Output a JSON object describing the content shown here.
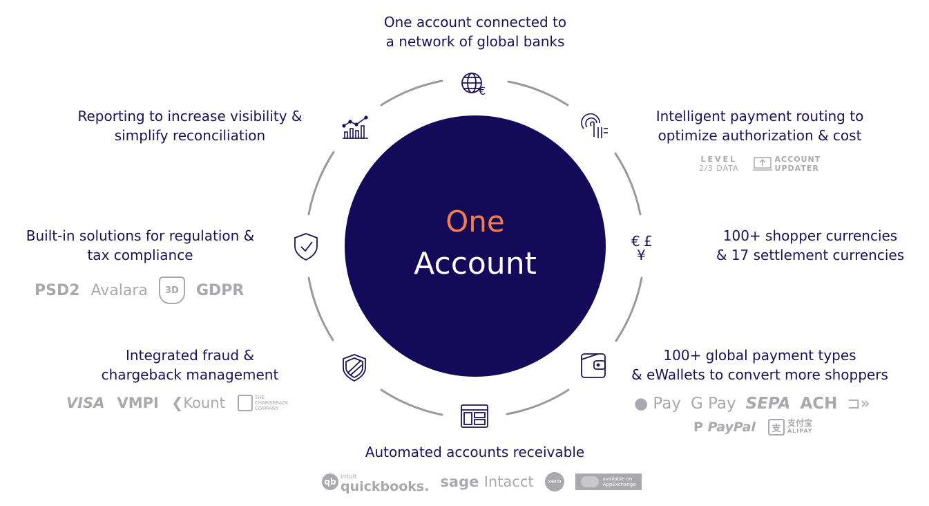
{
  "center": {
    "line1": "One",
    "line2": "Account"
  },
  "features": {
    "top": {
      "line1": "One account connected to",
      "line2": "a network of global banks"
    },
    "reporting": {
      "line1": "Reporting to increase visibility &",
      "line2": "simplify reconciliation"
    },
    "routing": {
      "line1": "Intelligent payment routing to",
      "line2": "optimize authorization & cost"
    },
    "regulation": {
      "line1": "Built-in solutions for regulation &",
      "line2": "tax compliance"
    },
    "currencies": {
      "line1": "100+ shopper currencies",
      "line2": "& 17 settlement currencies"
    },
    "fraud": {
      "line1": "Integrated fraud &",
      "line2": "chargeback management"
    },
    "payment_types": {
      "line1": "100+ global payment types",
      "line2": "& eWallets to convert more shoppers"
    },
    "receivable": {
      "line1": "Automated accounts receivable"
    }
  },
  "logos": {
    "routing": {
      "level": "LEVEL",
      "level_sub": "2/3 DATA",
      "account": "ACCOUNT",
      "updater": "UPDATER"
    },
    "regulation": {
      "psd2": "PSD2",
      "avalara": "Avalara",
      "secure": "3D",
      "gdpr": "GDPR"
    },
    "fraud": {
      "visa": "VISA",
      "vmpi": "VMPI",
      "kount": "Kount",
      "chargeback1": "THE",
      "chargeback2": "CHARGEBACK",
      "chargeback3": "COMPANY"
    },
    "payments": {
      "applepay": "Pay",
      "gpay": "G Pay",
      "sepa": "SEPA",
      "ach": "ACH",
      "paypal": "PayPal",
      "alipay": "支付宝",
      "alipay_sub": "ALIPAY"
    },
    "receivable": {
      "quickbooks_small": "intuit",
      "quickbooks": "quickbooks.",
      "sage": "sage",
      "intacct": "Intacct",
      "xero": "xero",
      "salesforce": "available on",
      "salesforce2": "AppExchange"
    }
  },
  "icons": [
    "globe-euro-icon",
    "fingerprint-icon",
    "currency-icon",
    "wallet-icon",
    "browser-window-icon",
    "shield-check-icon",
    "shield-check-icon",
    "bar-chart-icon"
  ],
  "colors": {
    "navy": "#15095a",
    "accent": "#f27f4a",
    "text": "#1a1158",
    "ring": "#999999",
    "logo_gray": "#a9a9ad"
  }
}
